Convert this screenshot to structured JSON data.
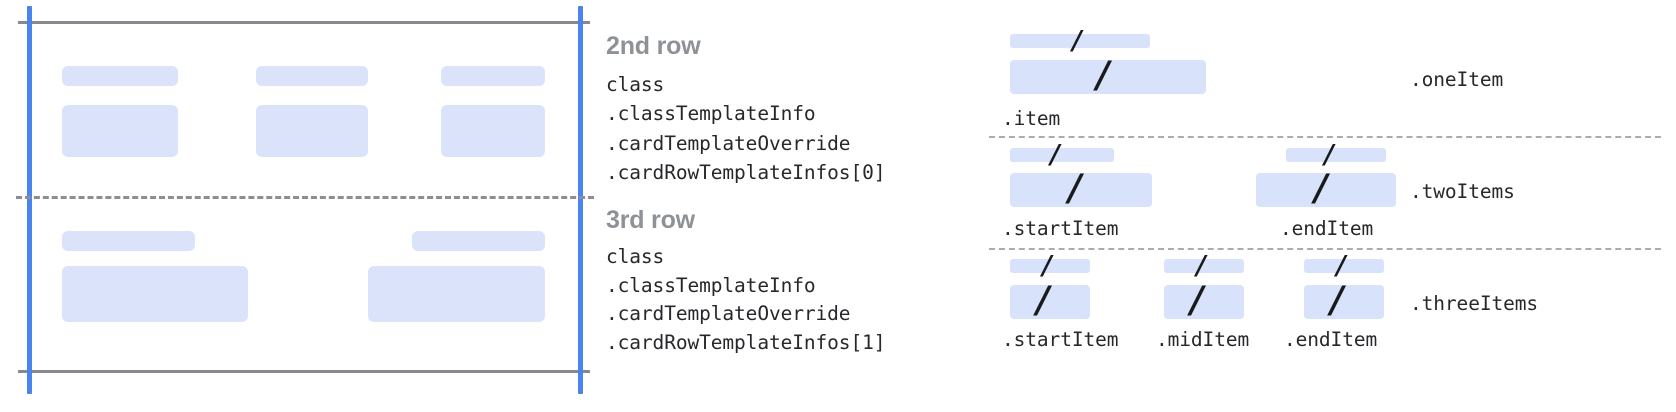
{
  "colors": {
    "placeholder_blue": "#dae3fa",
    "guide_blue": "#4a84f0",
    "rule_gray": "#868a8e",
    "dashed_gray": "#8b8f94",
    "heading_gray": "#8e9296",
    "code_black": "#26282b",
    "page_background": "#ffffff"
  },
  "left_diagram": {
    "name": "card-row-template-preview",
    "rows": [
      {
        "id": "second-row",
        "columns": [
          {
            "label_bar": true,
            "content_box": true
          },
          {
            "label_bar": true,
            "content_box": true
          },
          {
            "label_bar": true,
            "content_box": true
          }
        ]
      },
      {
        "id": "third-row",
        "columns": [
          {
            "label_bar": true,
            "content_box": true
          },
          {
            "label_bar": true,
            "content_box": true
          }
        ]
      }
    ]
  },
  "text_blocks": [
    {
      "heading": "2nd row",
      "lines": [
        "class",
        ".classTemplateInfo",
        ".cardTemplateOverride",
        ".cardRowTemplateInfos[0]"
      ]
    },
    {
      "heading": "3rd row",
      "lines": [
        "class",
        ".classTemplateInfo",
        ".cardTemplateOverride",
        ".cardRowTemplateInfos[1]"
      ]
    }
  ],
  "right_panel": {
    "slash_glyph": "/",
    "bands": [
      {
        "variant_label": ".oneItem",
        "items": [
          {
            "label": ".item",
            "slash": "/"
          }
        ]
      },
      {
        "variant_label": ".twoItems",
        "items": [
          {
            "label": ".startItem",
            "slash": "/"
          },
          {
            "label": ".endItem",
            "slash": "/"
          }
        ]
      },
      {
        "variant_label": ".threeItems",
        "items": [
          {
            "label": ".startItem",
            "slash": "/"
          },
          {
            "label": ".midItem",
            "slash": "/"
          },
          {
            "label": ".endItem",
            "slash": "/"
          }
        ]
      }
    ]
  }
}
